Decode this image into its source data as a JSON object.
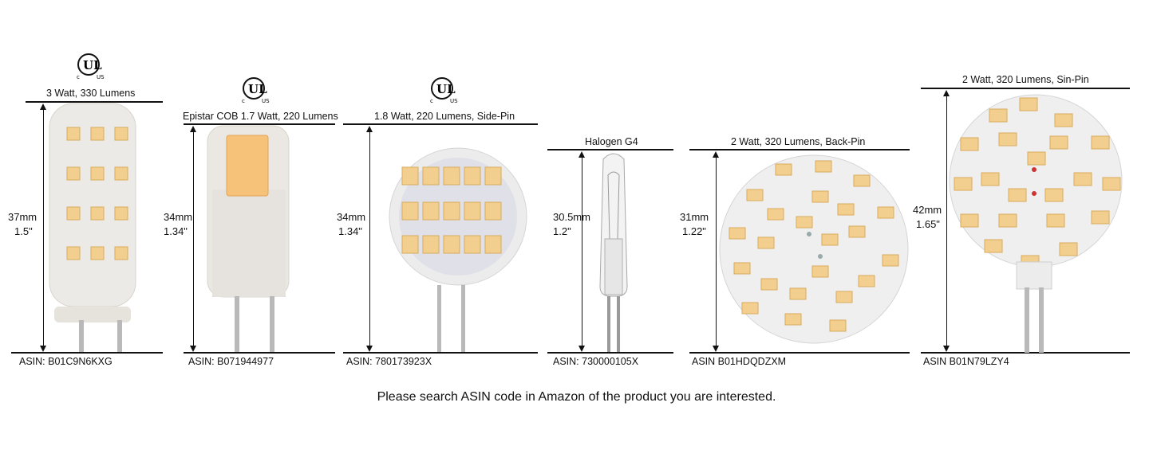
{
  "products": [
    {
      "title": "3 Watt, 330 Lumens",
      "height_mm": "37mm",
      "height_in": "1.5\"",
      "asin": "ASIN:  B01C9N6KXG",
      "ul_logo": true,
      "ul_logo_text": "UL",
      "ul_c": "c",
      "ul_us": "US"
    },
    {
      "title": "Epistar COB 1.7 Watt, 220 Lumens",
      "height_mm": "34mm",
      "height_in": "1.34\"",
      "asin": "ASIN:  B071944977",
      "ul_logo": true,
      "ul_logo_text": "UL",
      "ul_c": "c",
      "ul_us": "US"
    },
    {
      "title": "1.8 Watt, 220 Lumens, Side-Pin",
      "height_mm": "34mm",
      "height_in": "1.34\"",
      "asin": "ASIN:  780173923X",
      "ul_logo": true,
      "ul_logo_text": "UL",
      "ul_c": "c",
      "ul_us": "US"
    },
    {
      "title": "Halogen G4",
      "height_mm": "30.5mm",
      "height_in": "1.2\"",
      "asin": "ASIN:   730000105X",
      "ul_logo": false
    },
    {
      "title": "2 Watt, 320 Lumens, Back-Pin",
      "height_mm": "31mm",
      "height_in": "1.22\"",
      "asin": "ASIN  B01HDQDZXM",
      "ul_logo": false
    },
    {
      "title": "2 Watt, 320 Lumens, Sin-Pin",
      "height_mm": "42mm",
      "height_in": "1.65\"",
      "asin": "ASIN B01N79LZY4",
      "ul_logo": false
    }
  ],
  "footer": "Please search ASIN code in Amazon of the product you are interested.",
  "colors": {
    "led": "#f2cf8e",
    "led_edge": "#d9ab5c",
    "board": "#ededed",
    "pin": "#b9b9b9"
  }
}
